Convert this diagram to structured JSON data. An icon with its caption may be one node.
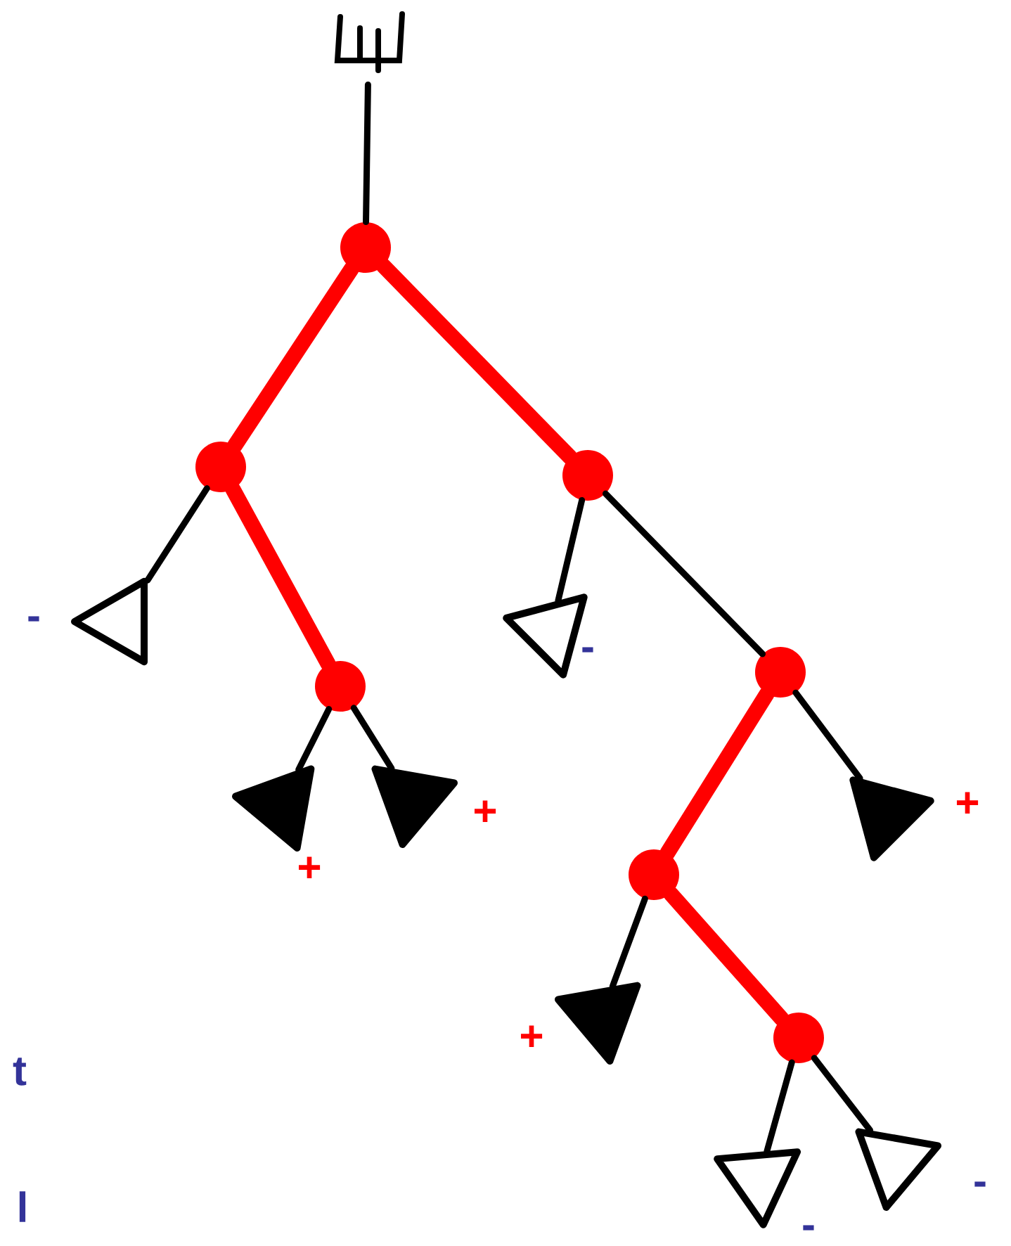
{
  "diagram": {
    "nodes": [
      {
        "text": [],
        "shape": "picture"
      },
      {
        "text": [],
        "shape": "circle"
      },
      {
        "text": [],
        "shape": "circle"
      },
      {
        "text": [],
        "shape": "circle"
      },
      {
        "text": [],
        "shape": "triangle"
      },
      {
        "text": [],
        "shape": "circle"
      },
      {
        "text": [],
        "shape": "triangle"
      },
      {
        "text": [],
        "shape": "circle"
      },
      {
        "text": [],
        "shape": "triangle"
      },
      {
        "text": [],
        "shape": "triangle"
      },
      {
        "text": [],
        "shape": "triangle"
      },
      {
        "text": [],
        "shape": "circle"
      },
      {
        "text": [],
        "shape": "triangle"
      },
      {
        "text": [],
        "shape": "circle"
      },
      {
        "text": [],
        "shape": "triangle"
      },
      {
        "text": [],
        "shape": "triangle"
      }
    ],
    "edges": [
      {
        "from": 0,
        "to": 1,
        "arrow": "none"
      },
      {
        "from": 1,
        "to": 2,
        "arrow": "none",
        "style": "thick",
        "color": "#ff0000"
      },
      {
        "from": 1,
        "to": 3,
        "arrow": "none",
        "style": "thick",
        "color": "#ff0000"
      },
      {
        "from": 2,
        "to": 4,
        "arrow": "none"
      },
      {
        "from": 2,
        "to": 5,
        "arrow": "none",
        "style": "thick",
        "color": "#ff0000"
      },
      {
        "from": 3,
        "to": 6,
        "arrow": "none"
      },
      {
        "from": 3,
        "to": 7,
        "arrow": "none"
      },
      {
        "from": 5,
        "to": 8,
        "arrow": "none"
      },
      {
        "from": 5,
        "to": 9,
        "arrow": "none"
      },
      {
        "from": 7,
        "to": 11,
        "arrow": "none",
        "style": "thick",
        "color": "#ff0000"
      },
      {
        "from": 7,
        "to": 10,
        "arrow": "none"
      },
      {
        "from": 11,
        "to": 12,
        "arrow": "none"
      },
      {
        "from": 11,
        "to": 13,
        "arrow": "none",
        "style": "thick",
        "color": "#ff0000"
      },
      {
        "from": 13,
        "to": 14,
        "arrow": "none"
      },
      {
        "from": 13,
        "to": 15,
        "arrow": "none"
      }
    ],
    "labels": [
      "-",
      "-",
      "+",
      "+",
      "+",
      "+",
      "t",
      "-",
      "l",
      "-"
    ]
  }
}
